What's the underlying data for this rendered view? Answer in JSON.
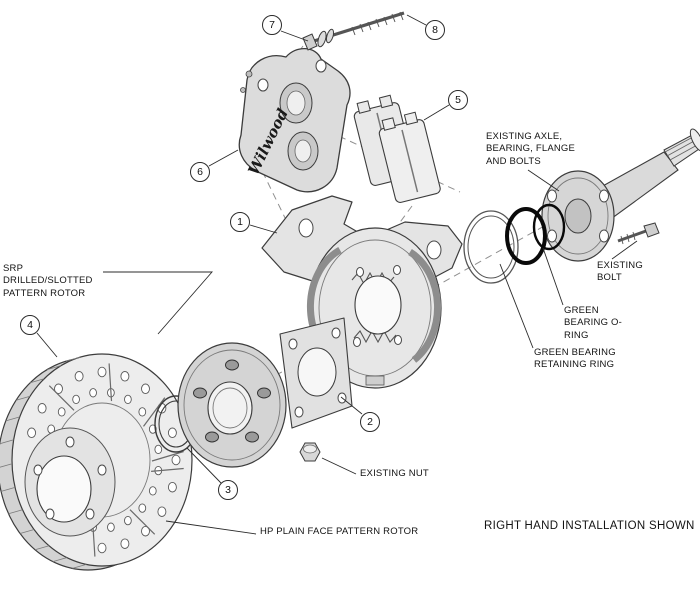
{
  "diagram_title": "RIGHT HAND INSTALLATION SHOWN",
  "callouts": [
    {
      "num": "1"
    },
    {
      "num": "2"
    },
    {
      "num": "3"
    },
    {
      "num": "4"
    },
    {
      "num": "5"
    },
    {
      "num": "6"
    },
    {
      "num": "7"
    },
    {
      "num": "8"
    }
  ],
  "labels": {
    "srp_rotor": "SRP DRILLED/SLOTTED PATTERN ROTOR",
    "existing_axle": "EXISTING AXLE, BEARING, FLANGE AND BOLTS",
    "existing_bolt": "EXISTING BOLT",
    "green_bearing_oring": "GREEN BEARING O-RING",
    "green_bearing_retaining_ring": "GREEN BEARING RETAINING RING",
    "existing_nut": "EXISTING NUT",
    "hp_rotor": "HP PLAIN FACE PATTERN ROTOR"
  },
  "parts": {
    "caliper_logo": "Wilwood"
  }
}
